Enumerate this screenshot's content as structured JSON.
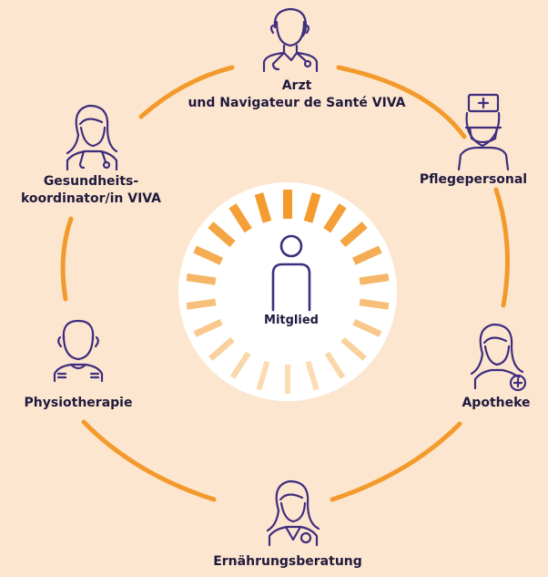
{
  "center": {
    "label": "Mitglied",
    "icon": "member-person-icon"
  },
  "nodes": [
    {
      "id": "arzt",
      "line1": "Arzt",
      "line2": "und Navigateur de Santé VIVA",
      "icon": "doctor-stethoscope-icon"
    },
    {
      "id": "pflege",
      "line1": "Pflegepersonal",
      "line2": "",
      "icon": "nurse-mask-icon"
    },
    {
      "id": "apotheke",
      "line1": "Apotheke",
      "line2": "",
      "icon": "pharmacist-cross-icon"
    },
    {
      "id": "ernaehrung",
      "line1": "Ernährungsberatung",
      "line2": "",
      "icon": "nutritionist-apple-icon"
    },
    {
      "id": "physio",
      "line1": "Physiotherapie",
      "line2": "",
      "icon": "physiotherapist-icon"
    },
    {
      "id": "koordinator",
      "line1": "Gesundheits-",
      "line2": "koordinator/in VIVA",
      "icon": "health-coordinator-stethoscope-icon"
    }
  ],
  "colors": {
    "background": "#fde6cf",
    "ring": "#f39a2c",
    "icon_stroke": "#3f2d7e",
    "text": "#1f1a3d",
    "center_disc": "#ffffff"
  }
}
